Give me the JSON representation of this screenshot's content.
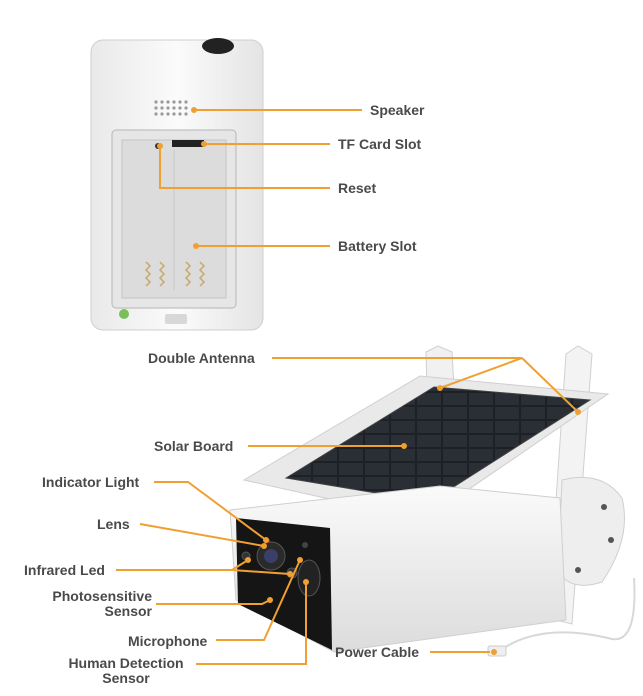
{
  "colors": {
    "accent": "#f0a030",
    "label": "#4a4a4a",
    "device": "#f3f3f3",
    "panel": "#1e2226"
  },
  "top_device": {
    "callouts": [
      {
        "id": "speaker",
        "text": "Speaker"
      },
      {
        "id": "tf-card-slot",
        "text": "TF Card Slot"
      },
      {
        "id": "reset",
        "text": "Reset"
      },
      {
        "id": "battery-slot",
        "text": "Battery Slot"
      }
    ]
  },
  "camera": {
    "callouts": [
      {
        "id": "double-antenna",
        "text": "Double Antenna"
      },
      {
        "id": "solar-board",
        "text": "Solar Board"
      },
      {
        "id": "indicator-light",
        "text": "Indicator Light"
      },
      {
        "id": "lens",
        "text": "Lens"
      },
      {
        "id": "infrared-led",
        "text": "Infrared Led"
      },
      {
        "id": "photosensitive-sensor",
        "text": "Photosensitive\nSensor"
      },
      {
        "id": "microphone",
        "text": "Microphone"
      },
      {
        "id": "human-detection-sensor",
        "text": "Human Detection\nSensor"
      },
      {
        "id": "power-cable",
        "text": "Power Cable"
      }
    ]
  }
}
